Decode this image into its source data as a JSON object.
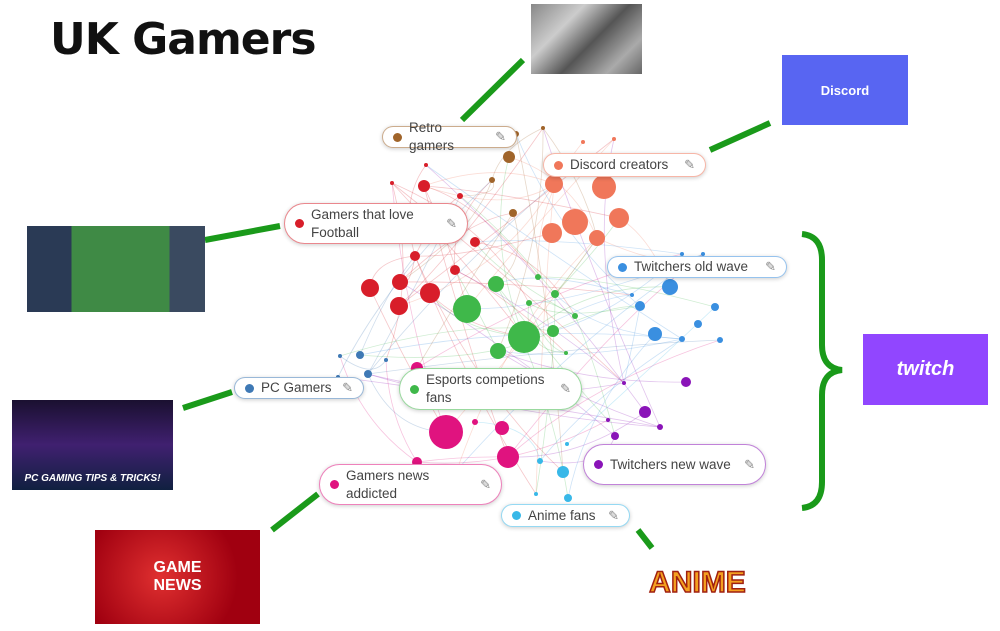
{
  "title": "UK Gamers",
  "segments": [
    {
      "label": "Retro gamers",
      "color": "#a0642a"
    },
    {
      "label": "Discord creators",
      "color": "#f0775a"
    },
    {
      "label": "Gamers that love Football",
      "color": "#d81e2a"
    },
    {
      "label": "Twitchers old wave",
      "color": "#3a8fe0"
    },
    {
      "label": "PC Gamers",
      "color": "#3f79b5"
    },
    {
      "label": "Esports competions fans",
      "color": "#3fb84a"
    },
    {
      "label": "Twitchers new wave",
      "color": "#8a14b8"
    },
    {
      "label": "Gamers news addicted",
      "color": "#e0137f"
    },
    {
      "label": "Anime fans",
      "color": "#38b8e8"
    }
  ],
  "images": {
    "discord": "Discord",
    "twitch": "twitch",
    "pc_gaming": "PC GAMING TIPS & TRICKS!",
    "game_news": "GAME NEWS",
    "anime": "ANIME"
  },
  "pen_icon": "✎",
  "connector_color": "#1a9a1a"
}
